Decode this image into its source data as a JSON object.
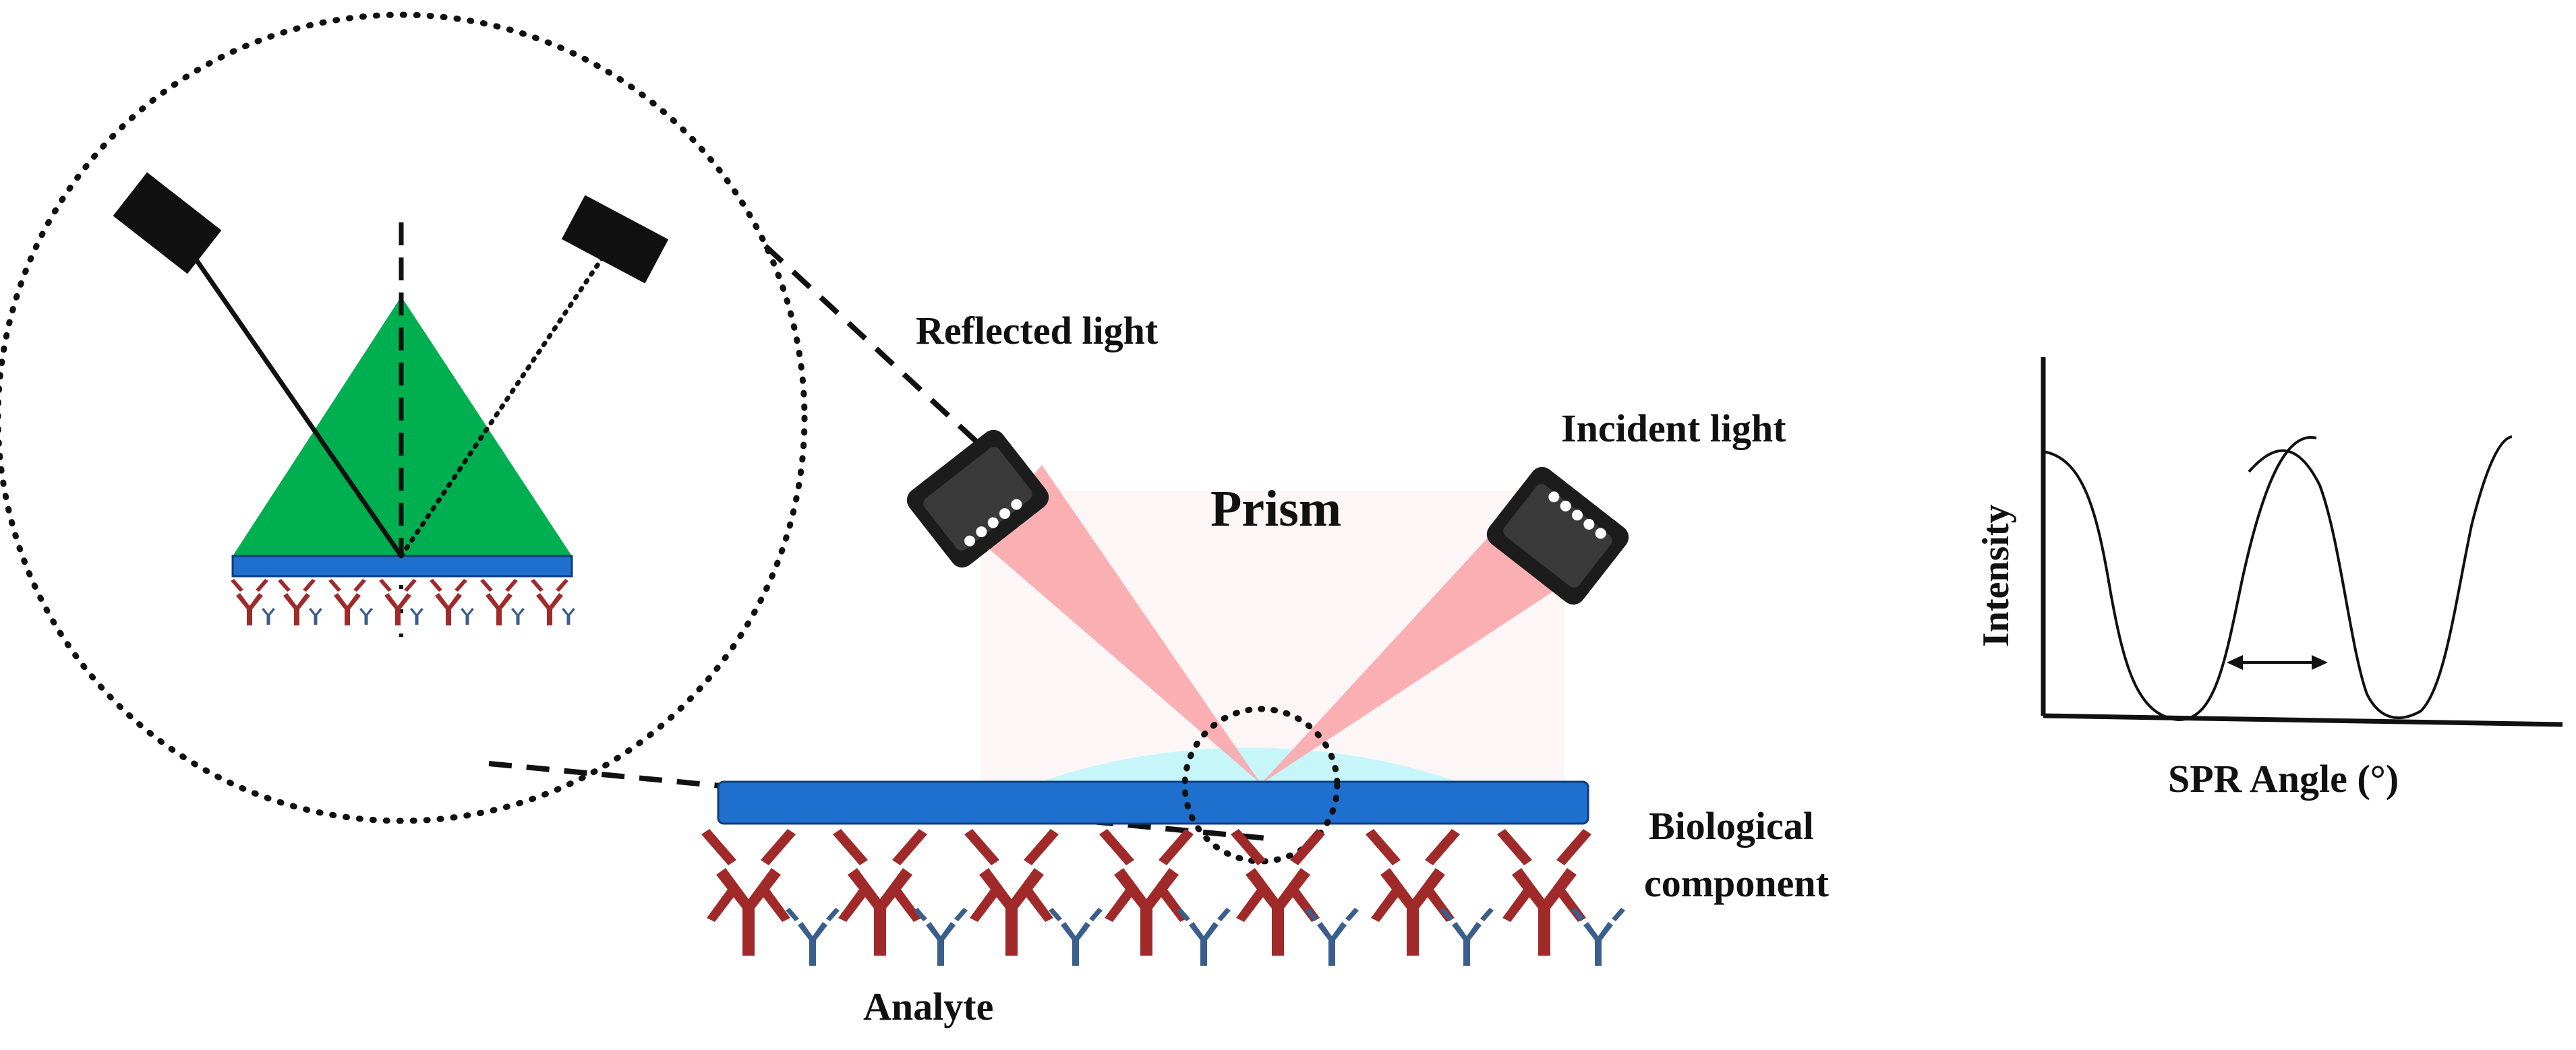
{
  "labels": {
    "reflected_light": "Reflected light",
    "incident_light": "Incident  light",
    "prism": "Prism",
    "biological_component_line1": "Biological",
    "biological_component_line2": "component",
    "analyte": "Analyte",
    "intensity": "Intensity",
    "spr_angle": "SPR Angle (°)"
  },
  "colors": {
    "background": "#ffffff",
    "prism_green": "#00b050",
    "sensor_blue": "#1f6fcf",
    "dome_cyan": "#c6f6fa",
    "beam_pink": "#f9a9ac",
    "antibody_red": "#a02a2a",
    "analyte_blue": "#3a5f8c",
    "detector_black": "#1c1c1c",
    "text": "#111111"
  },
  "icons": {
    "detector": "light-source-detector-icon",
    "antibody": "antibody-y-icon",
    "analyte": "analyte-y-icon"
  }
}
